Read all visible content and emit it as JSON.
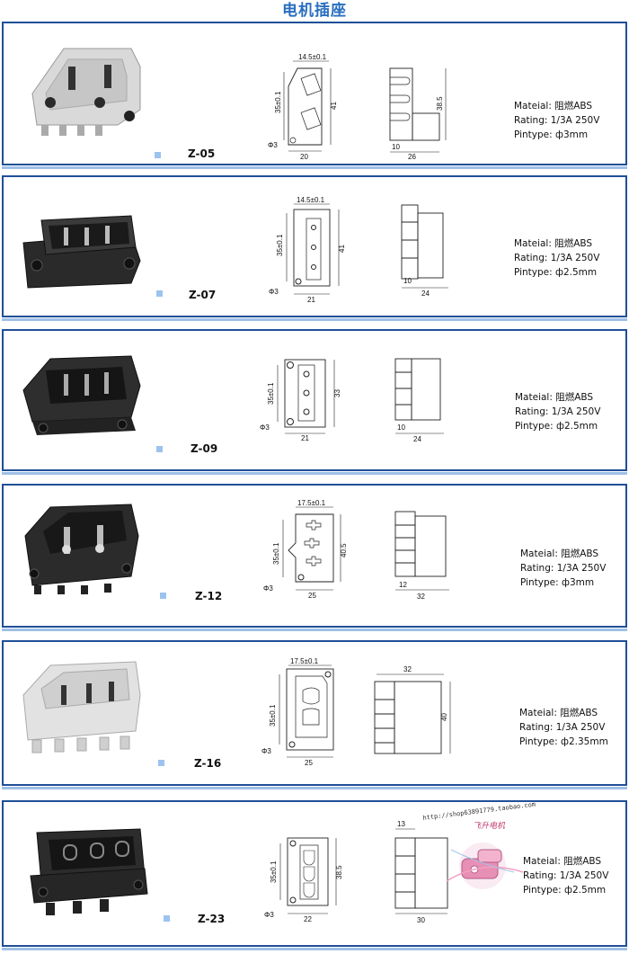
{
  "page_title": "电机插座",
  "products": [
    {
      "model": "Z-05",
      "material": "Mateial: 阻燃ABS",
      "rating": "Rating: 1/3A 250V",
      "pintype": "Pintype: ф3mm",
      "dims": {
        "top": "14.5±0.1",
        "v1": "35±0.1",
        "h": "41",
        "w": "20",
        "hole": "Φ3",
        "side_h": "38.5",
        "side_a": "10",
        "side_w": "26"
      }
    },
    {
      "model": "Z-07",
      "material": "Mateial: 阻燃ABS",
      "rating": "Rating: 1/3A 250V",
      "pintype": "Pintype: ф2.5mm",
      "dims": {
        "top": "14.5±0.1",
        "v1": "35±0.1",
        "h": "41",
        "w": "21",
        "hole": "Φ3",
        "side_a": "10",
        "side_w": "24"
      }
    },
    {
      "model": "Z-09",
      "material": "Mateial: 阻燃ABS",
      "rating": "Rating: 1/3A 250V",
      "pintype": "Pintype: ф2.5mm",
      "dims": {
        "v1": "35±0.1",
        "h": "33",
        "w": "21",
        "hole": "Φ3",
        "side_a": "10",
        "side_w": "24"
      }
    },
    {
      "model": "Z-12",
      "material": "Mateial: 阻燃ABS",
      "rating": "Rating: 1/3A 250V",
      "pintype": "Pintype: ф3mm",
      "dims": {
        "top": "17.5±0.1",
        "v1": "35±0.1",
        "h": "40.5",
        "w": "25",
        "hole": "Φ3",
        "side_a": "12",
        "side_w": "32"
      }
    },
    {
      "model": "Z-16",
      "material": "Mateial: 阻燃ABS",
      "rating": "Rating: 1/3A 250V",
      "pintype": "Pintype: ф2.35mm",
      "dims": {
        "top": "17.5±0.1",
        "v1": "35±0.1",
        "w": "25",
        "hole": "Φ3",
        "side_top": "32",
        "side_h": "40"
      }
    },
    {
      "model": "Z-23",
      "material": "Mateial: 阻燃ABS",
      "rating": "Rating: 1/3A 250V",
      "pintype": "Pintype: ф2.5mm",
      "dims": {
        "v1": "35±0.1",
        "h": "38.5",
        "w": "22",
        "hole": "Φ3",
        "side_a": "13",
        "side_w": "30"
      }
    }
  ],
  "watermark": {
    "url": "http://shop63891779.taobao.com",
    "shop": "飞升电机"
  }
}
